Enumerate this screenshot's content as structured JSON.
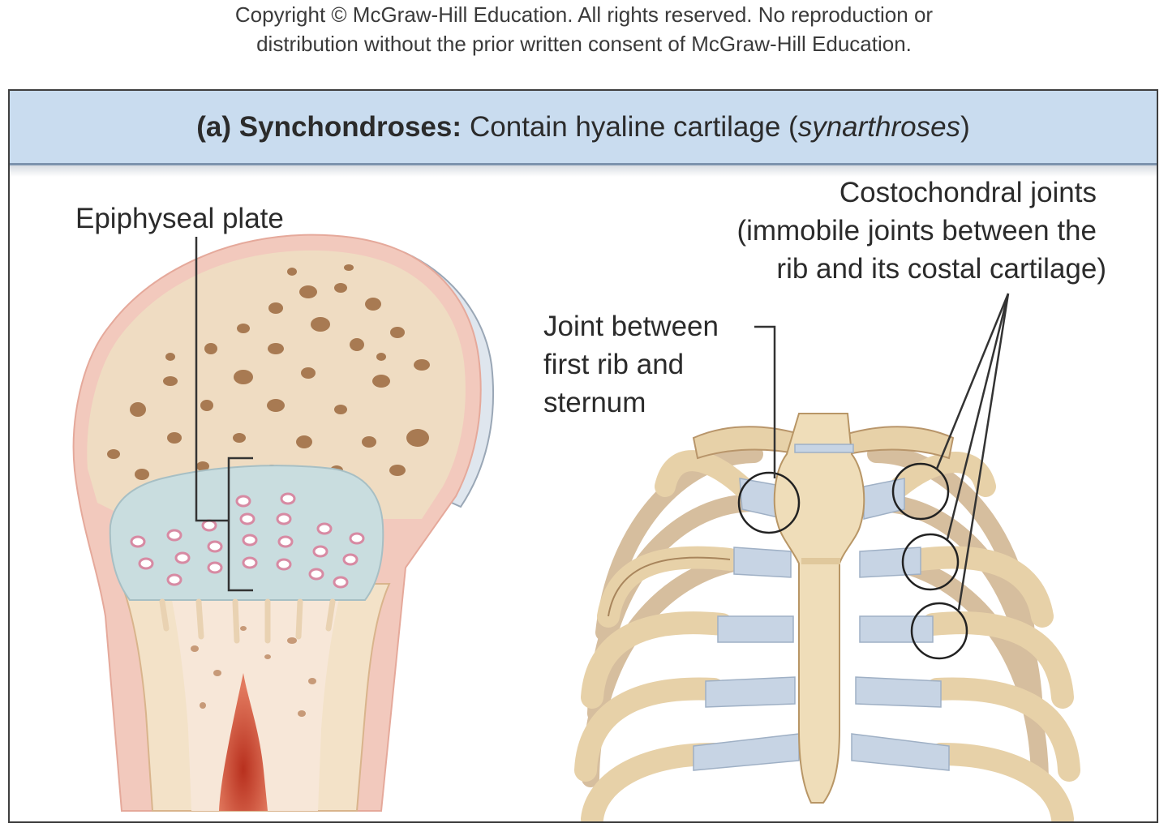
{
  "copyright": {
    "line1": "Copyright © McGraw-Hill Education. All rights reserved. No reproduction or",
    "line2": "distribution without the prior written consent of McGraw-Hill Education."
  },
  "header": {
    "label": "(a) Synchondroses:",
    "text_pre": "Contain hyaline cartilage (",
    "text_italic": "synarthroses",
    "text_post": ")"
  },
  "labels": {
    "epiphyseal": "Epiphyseal plate",
    "joint_line1": "Joint between",
    "joint_line2": "first rib and",
    "joint_line3": "sternum",
    "costo_line1": "Costochondral joints",
    "costo_line2": "(immobile joints between the",
    "costo_line3": "rib and its costal cartilage)"
  },
  "colors": {
    "header_bg": "#c9dcef",
    "bone": "#eed9b6",
    "cartilage": "#c7d4e4",
    "marrow": "#c0392b"
  }
}
